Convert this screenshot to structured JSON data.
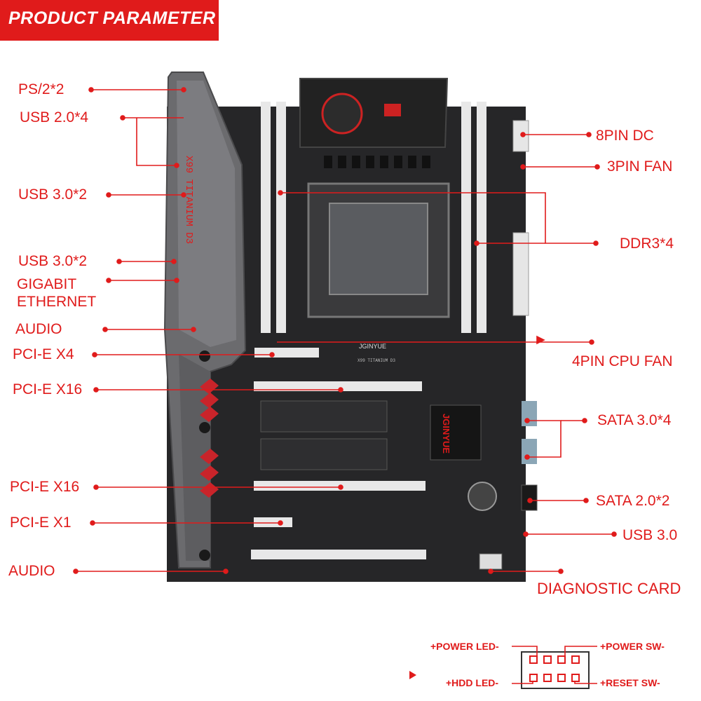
{
  "banner": {
    "title": "PRODUCT PARAMETER"
  },
  "board": {
    "brand": "JGINYUE",
    "model_top": "X99 TITANIUM D3",
    "model_side": "X99 TITANIUM D3",
    "chipset_label": "JGINYUE"
  },
  "left_labels": [
    "PS/2*2",
    "USB 2.0*4",
    "USB 3.0*2",
    "USB 3.0*2",
    "GIGABIT",
    "ETHERNET",
    "AUDIO",
    "PCI-E X4",
    "PCI-E X16",
    "PCI-E X16",
    "PCI-E X1",
    "AUDIO"
  ],
  "right_labels": [
    "8PIN DC",
    "3PIN FAN",
    "DDR3*4",
    "4PIN CPU FAN",
    "SATA 3.0*4",
    "SATA 2.0*2",
    "USB 3.0"
  ],
  "diagnostic": "DIAGNOSTIC CARD",
  "front_panel": {
    "power_led": "+POWER LED-",
    "power_sw": "+POWER SW-",
    "hdd_led": "+HDD LED-",
    "reset_sw": "+RESET SW-"
  },
  "colors": {
    "accent": "#e01b1b",
    "board": "#2a2a2c",
    "armor": "#6e6e70"
  }
}
